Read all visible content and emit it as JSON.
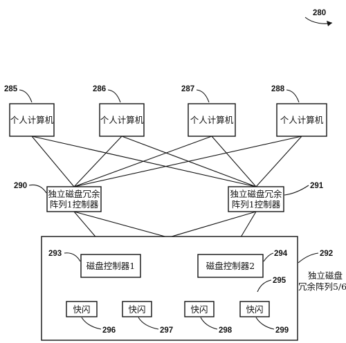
{
  "figure_number": "280",
  "computers": [
    {
      "ref": "285",
      "label": "个人计算机"
    },
    {
      "ref": "286",
      "label": "个人计算机"
    },
    {
      "ref": "287",
      "label": "个人计算机"
    },
    {
      "ref": "288",
      "label": "个人计算机"
    }
  ],
  "raid_controllers": [
    {
      "ref": "290",
      "line1": "独立磁盘冗余",
      "line2": "阵列1控制器"
    },
    {
      "ref": "291",
      "line1": "独立磁盘冗余",
      "line2": "阵列1控制器"
    }
  ],
  "array": {
    "ref": "292",
    "line1": "独立磁盘",
    "line2": "冗余阵列5/6"
  },
  "disk_controllers": [
    {
      "ref": "293",
      "label": "磁盘控制器1"
    },
    {
      "ref": "294",
      "label": "磁盘控制器2"
    }
  ],
  "flash_group_ref": "295",
  "flash": [
    {
      "ref": "296",
      "label": "快闪"
    },
    {
      "ref": "297",
      "label": "快闪"
    },
    {
      "ref": "298",
      "label": "快闪"
    },
    {
      "ref": "299",
      "label": "快闪"
    }
  ]
}
